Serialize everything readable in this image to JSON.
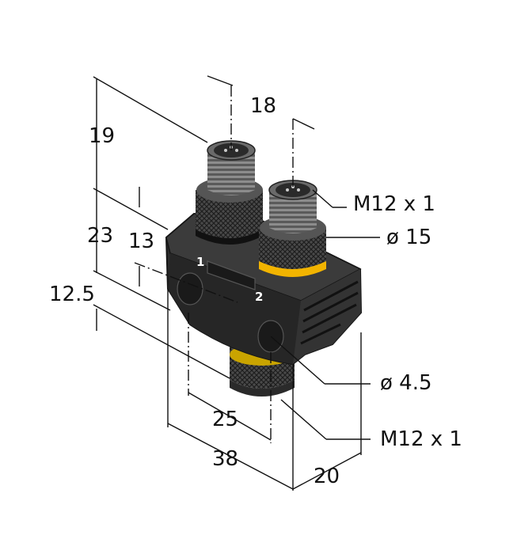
{
  "diagram": {
    "dimensions": {
      "d19": "19",
      "d18": "18",
      "d23": "23",
      "d13": "13",
      "d12_5": "12.5",
      "thread_top": "M12 x 1",
      "dia15": "ø 15",
      "dia4_5": "ø 4.5",
      "thread_bottom": "M12 x 1",
      "d25": "25",
      "d38": "38",
      "d20": "20"
    },
    "markings": {
      "port1": "1",
      "port2": "2"
    },
    "colors": {
      "body": "#2b2b2b",
      "body_dark": "#1c1c1c",
      "connector_ring": "#f2b400",
      "knurl": "#3a3a3a",
      "metal": "#8a8a8a"
    }
  }
}
